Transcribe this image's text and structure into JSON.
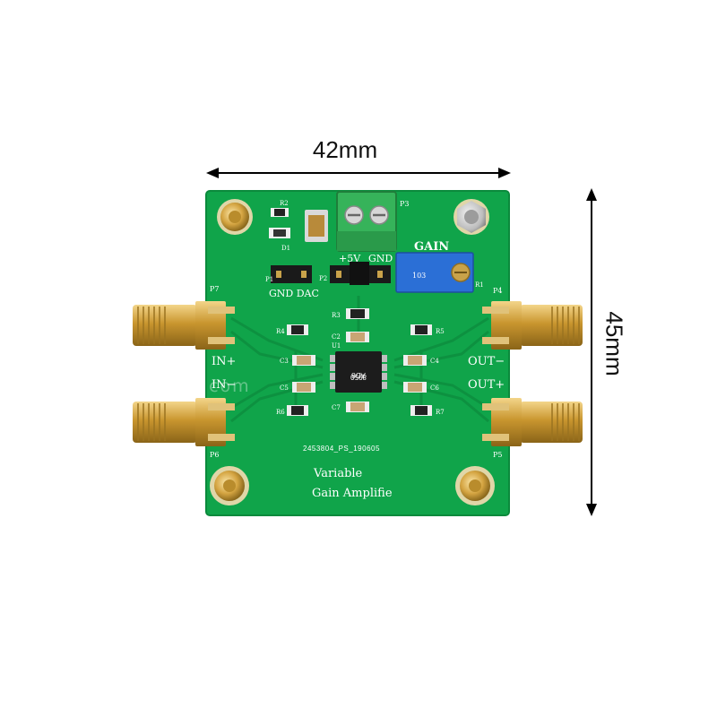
{
  "dimensions": {
    "width": "42mm",
    "height": "45mm"
  },
  "labels": {
    "p1": "P1",
    "gnd_dac": "GND DAC",
    "p2": "P2",
    "plus5v": "+5V",
    "gnd": "GND",
    "p3": "P3",
    "gain": "GAIN",
    "r1": "R1",
    "p4": "P4",
    "p5": "P5",
    "p6": "P6",
    "p7": "P7",
    "in_plus": "IN+",
    "in_minus": "IN−",
    "out_minus": "OUT−",
    "out_plus": "OUT+",
    "r2": "R2",
    "d1": "D1",
    "r3": "R3",
    "r4": "R4",
    "r5": "R5",
    "r6": "R6",
    "r7": "R7",
    "c2": "C2",
    "u1": "U1",
    "c3": "C3",
    "c4": "C4",
    "c5": "C5",
    "c6": "C6",
    "c7": "C7",
    "ic_marking": "AD8\n8950",
    "board_code": "2453804_PS_190605",
    "title_line1": "Variable",
    "title_line2": "Gain  Amplifie",
    "watermark": "http                          .com"
  },
  "colors": {
    "pcb": "#0fa34a",
    "gold": "#c99a3a",
    "terminal": "#2ea84e",
    "pot": "#2b6fd6"
  }
}
